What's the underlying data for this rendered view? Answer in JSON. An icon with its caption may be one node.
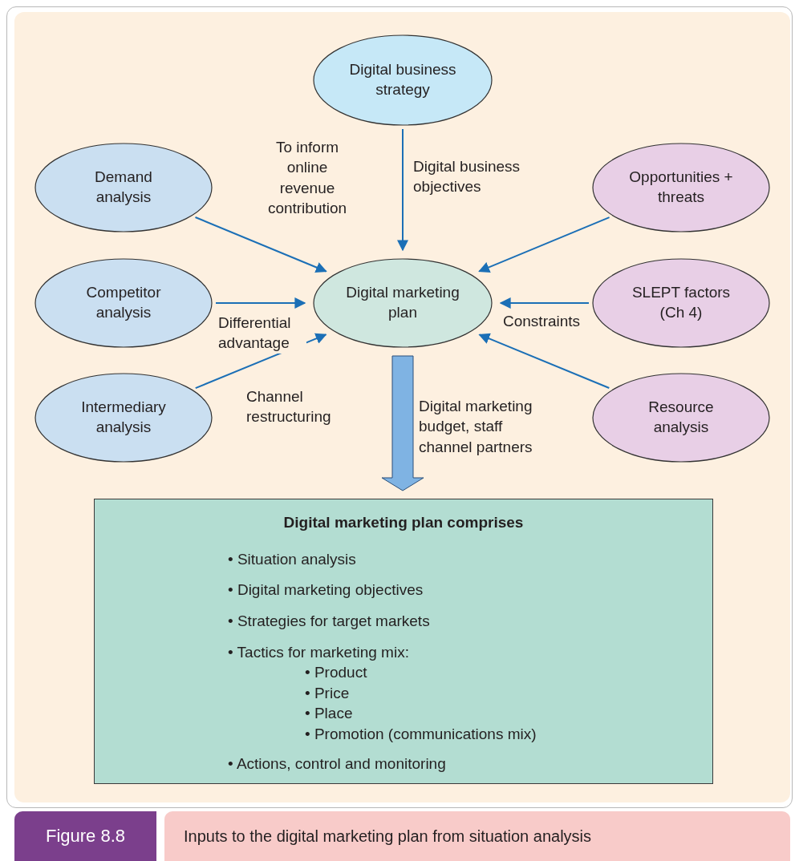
{
  "diagram": {
    "caption": "Inputs to the digital marketing plan from situation analysis",
    "nodes": [
      {
        "text": [
          "Digital business strategy"
        ]
      },
      {
        "text": [
          "Demand analysis"
        ]
      },
      {
        "text": [
          "Opportunities + threats"
        ]
      },
      {
        "text": [
          "Competitor analysis"
        ]
      },
      {
        "text": [
          "Digital marketing plan"
        ]
      },
      {
        "text": [
          "SLEPT factors (Ch 4)"
        ]
      },
      {
        "text": [
          "Intermediary analysis"
        ]
      },
      {
        "text": [
          "Resource analysis"
        ]
      },
      {
        "text": [
          "Digital marketing plan comprises",
          "• Situation analysis",
          "• Digital marketing objectives",
          "• Strategies for target markets",
          "• Tactics for marketing mix:",
          "• Product",
          "• Price",
          "• Place",
          "• Promotion (communications mix)",
          "• Actions, control and monitoring"
        ]
      }
    ],
    "edges": [
      {
        "from": 0,
        "to": 4,
        "arrow": "to",
        "label": "Digital business objectives"
      },
      {
        "from": 1,
        "to": 4,
        "arrow": "to",
        "label": "To inform online revenue contribution"
      },
      {
        "from": 2,
        "to": 4,
        "arrow": "to"
      },
      {
        "from": 3,
        "to": 4,
        "arrow": "to",
        "label": "Differential advantage"
      },
      {
        "from": 5,
        "to": 4,
        "arrow": "to",
        "label": "Constraints"
      },
      {
        "from": 6,
        "to": 4,
        "arrow": "to",
        "label": "Channel restructuring"
      },
      {
        "from": 7,
        "to": 4,
        "arrow": "to"
      },
      {
        "from": 4,
        "to": 8,
        "arrow": "to",
        "label": "Digital marketing budget, staff channel partners",
        "style": "thick",
        "color": "#7fb3e3"
      }
    ],
    "labels": [
      "Figure 8.8"
    ]
  }
}
